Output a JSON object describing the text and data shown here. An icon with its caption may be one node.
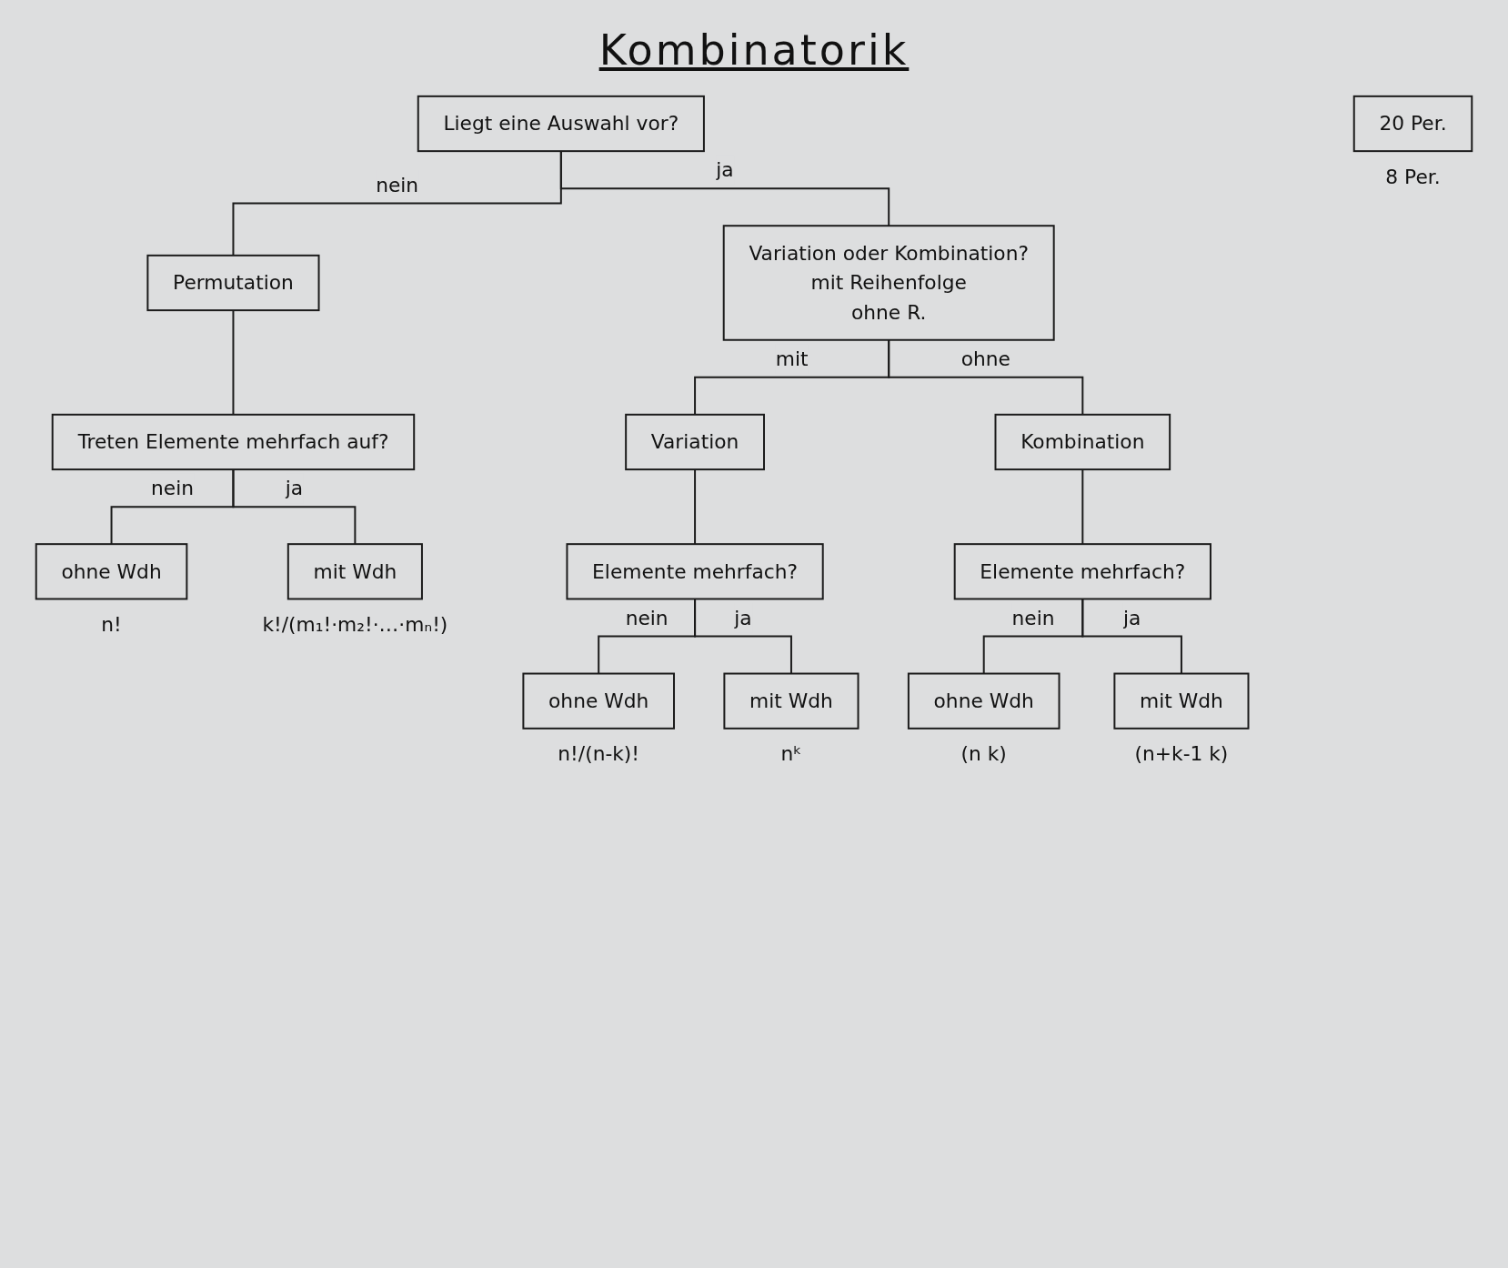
{
  "diagram": {
    "title": "Kombinatorik",
    "nodes": [
      {
        "text": [
          "20 Per."
        ],
        "beside": [
          "8 Per."
        ]
      },
      {
        "text": [
          "Liegt eine Auswahl vor?"
        ]
      },
      {
        "text": [
          "Variation oder Kombination?",
          "mit Reihenfolge",
          "ohne R."
        ]
      },
      {
        "text": [
          "Permutation"
        ]
      },
      {
        "text": [
          "Variation"
        ]
      },
      {
        "text": [
          "Kombination"
        ]
      },
      {
        "text": [
          "Treten Elemente mehrfach auf?"
        ]
      },
      {
        "text": [
          "Elemente mehrfach?"
        ]
      },
      {
        "text": [
          "Elemente mehrfach?"
        ]
      },
      {
        "text": [
          "ohne Wdh"
        ],
        "beside": [
          "n!"
        ]
      },
      {
        "text": [
          "mit Wdh"
        ],
        "beside": [
          "k!/(m₁!·m₂!·…·mₙ!)"
        ]
      },
      {
        "text": [
          "ohne Wdh"
        ],
        "beside": [
          "n!/(n-k)!"
        ]
      },
      {
        "text": [
          "mit Wdh"
        ],
        "beside": [
          "nᵏ"
        ]
      },
      {
        "text": [
          "ohne Wdh"
        ],
        "beside": [
          "(n k)"
        ]
      },
      {
        "text": [
          "mit Wdh"
        ],
        "beside": [
          "(n+k-1 k)"
        ]
      }
    ],
    "edges": [
      {
        "from": 1,
        "to": 3,
        "arrow": "none",
        "label": "nein"
      },
      {
        "from": 1,
        "to": 2,
        "arrow": "none",
        "label": "ja"
      },
      {
        "from": 2,
        "to": 4,
        "arrow": "none",
        "label": "mit"
      },
      {
        "from": 2,
        "to": 5,
        "arrow": "none",
        "label": "ohne"
      },
      {
        "from": 3,
        "to": 6,
        "arrow": "none"
      },
      {
        "from": 4,
        "to": 7,
        "arrow": "none"
      },
      {
        "from": 5,
        "to": 8,
        "arrow": "none"
      },
      {
        "from": 6,
        "to": 9,
        "arrow": "none",
        "label": "nein"
      },
      {
        "from": 6,
        "to": 10,
        "arrow": "none",
        "label": "ja"
      },
      {
        "from": 7,
        "to": 11,
        "arrow": "none",
        "label": "nein"
      },
      {
        "from": 7,
        "to": 12,
        "arrow": "none",
        "label": "ja"
      },
      {
        "from": 8,
        "to": 13,
        "arrow": "none",
        "label": "nein"
      },
      {
        "from": 8,
        "to": 14,
        "arrow": "none",
        "label": "ja"
      }
    ]
  }
}
